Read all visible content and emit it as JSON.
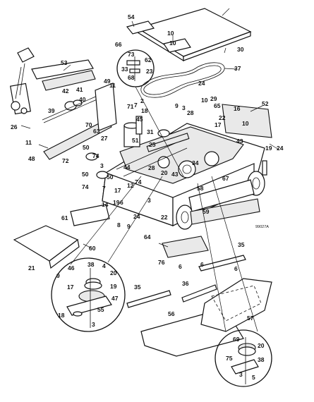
{
  "diagram": {
    "drawing_code": "99027A",
    "part_labels": [
      "54",
      "10",
      "66",
      "10",
      "73",
      "62",
      "30",
      "33",
      "23",
      "68",
      "37",
      "53",
      "11",
      "49",
      "2",
      "7",
      "71",
      "18",
      "41",
      "42",
      "40",
      "39",
      "26",
      "70",
      "45",
      "63",
      "27",
      "31",
      "50",
      "74",
      "24",
      "29",
      "16",
      "52",
      "65",
      "10",
      "17",
      "22",
      "9",
      "3",
      "28",
      "43",
      "10",
      "19",
      "24",
      "11",
      "48",
      "72",
      "51",
      "25",
      "50",
      "74",
      "3",
      "50",
      "74",
      "28",
      "43",
      "34",
      "20",
      "67",
      "44",
      "22",
      "12",
      "17",
      "7",
      "3",
      "58",
      "14",
      "6",
      "9",
      "24",
      "19",
      "8",
      "59",
      "61",
      "60",
      "21",
      "64",
      "76",
      "6",
      "6",
      "6",
      "35",
      "46",
      "38",
      "4",
      "9",
      "20",
      "17",
      "19",
      "47",
      "55",
      "18",
      "3",
      "36",
      "35",
      "56",
      "57",
      "69",
      "20",
      "75",
      "38",
      "3",
      "5"
    ]
  }
}
